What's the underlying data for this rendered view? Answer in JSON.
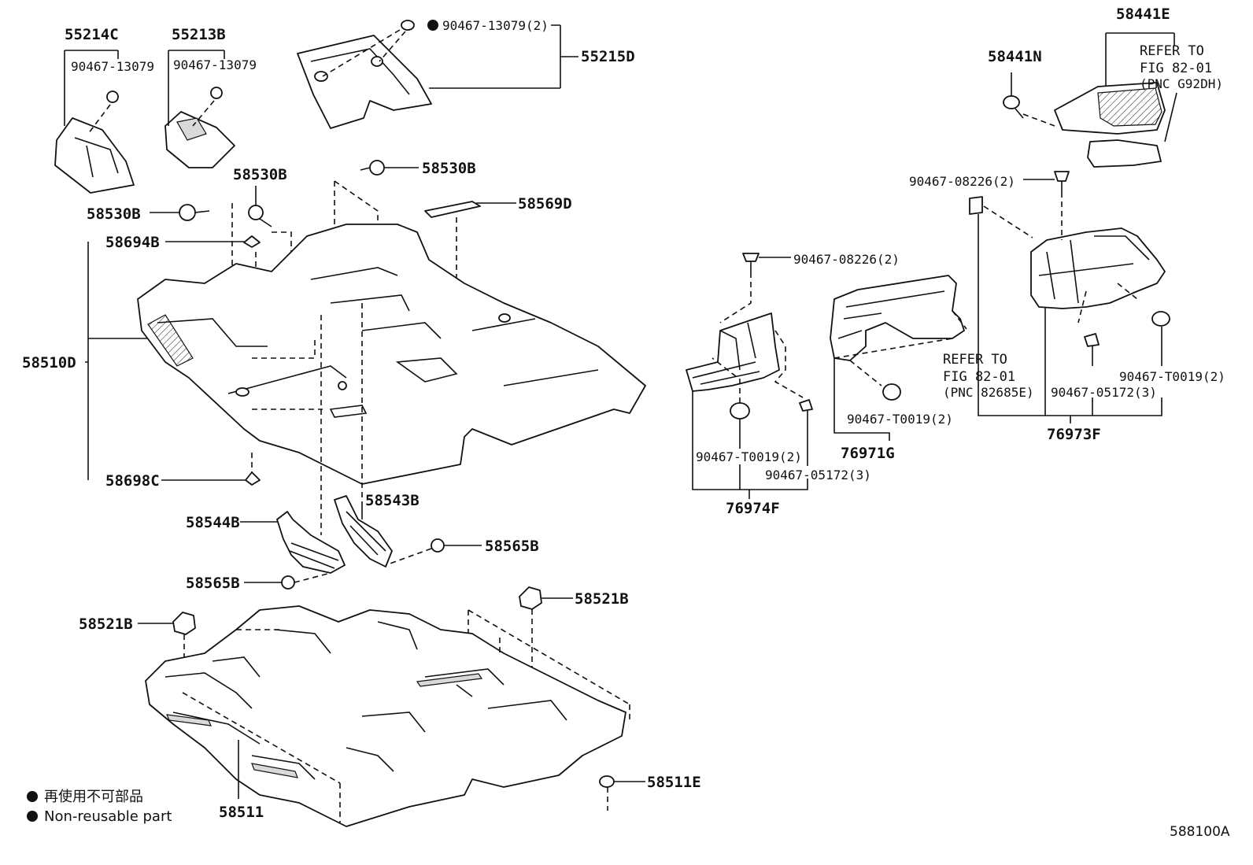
{
  "callouts": {
    "p55214C": "55214C",
    "p55213B": "55213B",
    "p55215D": "55215D",
    "p90467_13079_a": "90467-13079",
    "p90467_13079_b": "90467-13079",
    "p90467_13079_c": "90467-13079(2)",
    "p58530B_a": "58530B",
    "p58530B_b": "58530B",
    "p58530B_c": "58530B",
    "p58569D": "58569D",
    "p58694B": "58694B",
    "p58510D": "58510D",
    "p58698C": "58698C",
    "p58544B": "58544B",
    "p58543B": "58543B",
    "p58565B_a": "58565B",
    "p58565B_b": "58565B",
    "p58521B_a": "58521B",
    "p58521B_b": "58521B",
    "p58511": "58511",
    "p58511E": "58511E",
    "p58441E": "58441E",
    "p58441N": "58441N",
    "p90467_08226_a": "90467-08226(2)",
    "p90467_08226_b": "90467-08226(2)",
    "p90467_T0019_a": "90467-T0019(2)",
    "p90467_T0019_b": "90467-T0019(2)",
    "p90467_T0019_c": "90467-T0019(2)",
    "p90467_05172_a": "90467-05172(3)",
    "p90467_05172_b": "90467-05172(3)",
    "p76974F": "76974F",
    "p76971G": "76971G",
    "p76973F": "76973F"
  },
  "references": {
    "ref1_line1": "REFER TO",
    "ref1_line2": "FIG 82-01",
    "ref1_line3": "(PNC G92DH)",
    "ref2_line1": "REFER TO",
    "ref2_line2": "FIG 82-01",
    "ref2_line3": "(PNC 82685E)"
  },
  "legend": {
    "japanese": "再使用不可部品",
    "english": "Non-reusable part"
  },
  "figure_code": "588100A"
}
